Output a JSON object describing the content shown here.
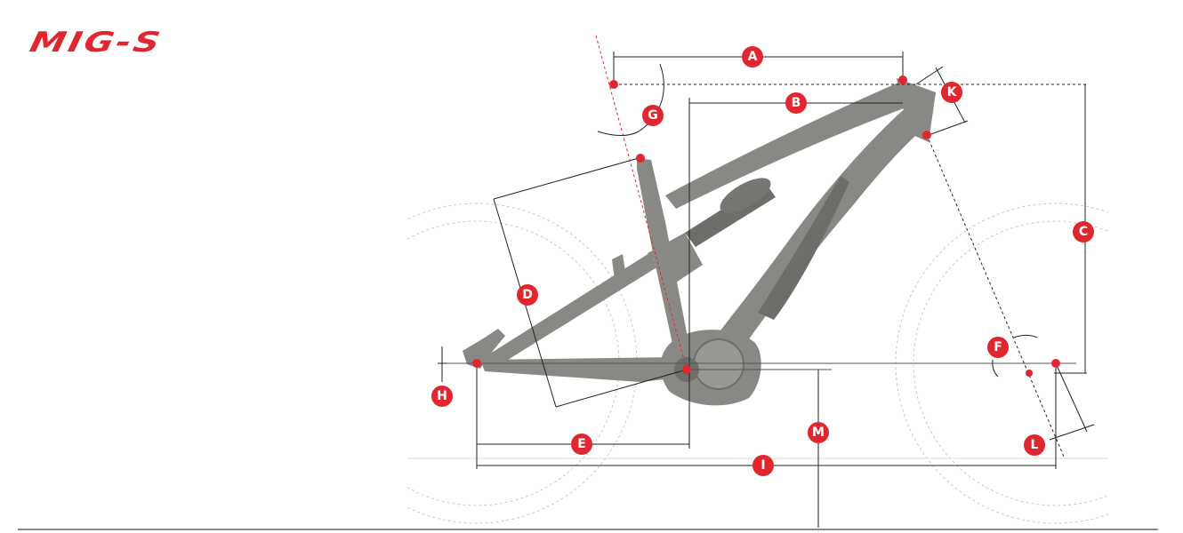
{
  "brand": {
    "logo_text": "MIG-S"
  },
  "colors": {
    "accent": "#e0262e",
    "frame": "#8a8885",
    "frame_dark": "#6f6d6a",
    "line": "#222222",
    "wheel": "#c8c8c8"
  },
  "measurement_labels": {
    "A": "A",
    "B": "B",
    "C": "C",
    "D": "D",
    "E": "E",
    "F": "F",
    "G": "G",
    "H": "H",
    "I": "I",
    "K": "K",
    "L": "L",
    "M": "M"
  }
}
